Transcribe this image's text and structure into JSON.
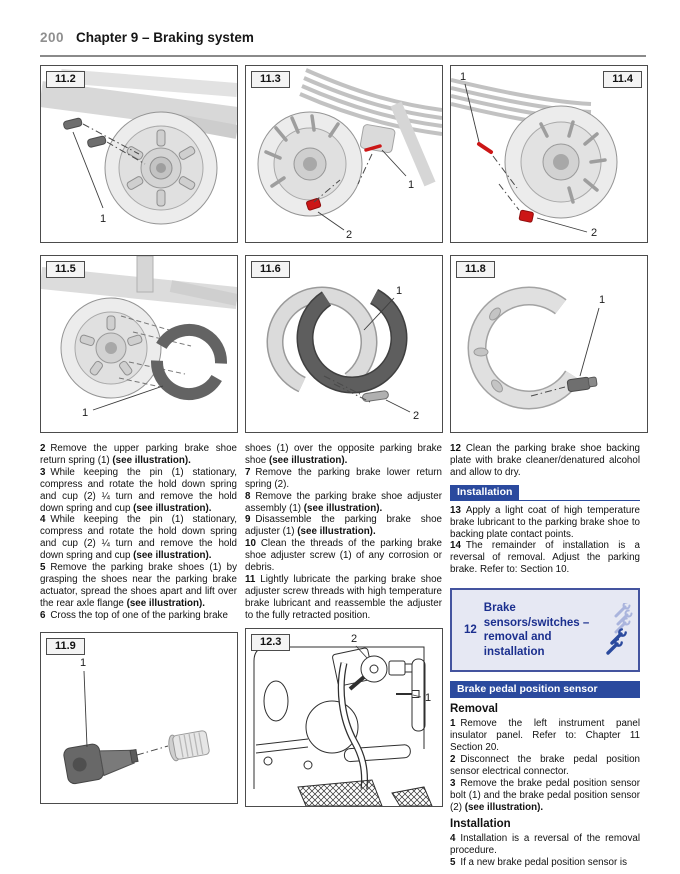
{
  "page": {
    "number": "200",
    "title": "Chapter 9 – Braking system"
  },
  "figures": [
    {
      "id": "11.2",
      "callouts": [
        "1"
      ]
    },
    {
      "id": "11.3",
      "callouts": [
        "1",
        "2"
      ]
    },
    {
      "id": "11.4",
      "callouts": [
        "1",
        "2"
      ]
    },
    {
      "id": "11.5",
      "callouts": [
        "1"
      ]
    },
    {
      "id": "11.6",
      "callouts": [
        "1",
        "2"
      ]
    },
    {
      "id": "11.8",
      "callouts": [
        "1"
      ]
    },
    {
      "id": "11.9",
      "callouts": [
        "1"
      ]
    },
    {
      "id": "12.3",
      "callouts": [
        "1",
        "2"
      ]
    }
  ],
  "section_box": {
    "number": "12",
    "line1": "Brake sensors/switches –",
    "line2": "removal and installation"
  },
  "colors": {
    "accent_blue": "#2b4a9e",
    "highlight_red": "#cc1616"
  },
  "columns": {
    "col1": [
      {
        "type": "step",
        "num": "2",
        "seg": [
          {
            "t": "Remove the upper parking brake shoe return spring (1) "
          },
          {
            "t": "(see illustration).",
            "b": true
          }
        ]
      },
      {
        "type": "step",
        "num": "3",
        "seg": [
          {
            "t": "While keeping the pin (1) stationary, compress and rotate the hold down spring and cup (2) ¼ turn and remove the hold down spring and cup "
          },
          {
            "t": "(see illustration).",
            "b": true
          }
        ]
      },
      {
        "type": "step",
        "num": "4",
        "seg": [
          {
            "t": "While keeping the pin (1) stationary, compress and rotate the hold down spring and cup (2) ¼ turn and remove the hold down spring and cup "
          },
          {
            "t": "(see illustration).",
            "b": true
          }
        ]
      },
      {
        "type": "step",
        "num": "5",
        "seg": [
          {
            "t": "Remove the parking brake shoes (1) by grasping the shoes near the parking brake actuator, spread the shoes apart and lift over the rear axle flange "
          },
          {
            "t": "(see illustration).",
            "b": true
          }
        ]
      },
      {
        "type": "step",
        "num": "6",
        "seg": [
          {
            "t": "Cross the top of one of the parking brake"
          }
        ]
      }
    ],
    "col2": [
      {
        "type": "cont",
        "seg": [
          {
            "t": "shoes (1) over the opposite parking brake shoe "
          },
          {
            "t": "(see illustration).",
            "b": true
          }
        ]
      },
      {
        "type": "step",
        "num": "7",
        "seg": [
          {
            "t": "Remove the parking brake lower return spring (2)."
          }
        ]
      },
      {
        "type": "step",
        "num": "8",
        "seg": [
          {
            "t": "Remove the parking brake shoe adjuster assembly (1) "
          },
          {
            "t": "(see illustration).",
            "b": true
          }
        ]
      },
      {
        "type": "step",
        "num": "9",
        "seg": [
          {
            "t": "Disassemble the parking brake shoe adjuster (1) "
          },
          {
            "t": "(see illustration).",
            "b": true
          }
        ]
      },
      {
        "type": "step",
        "num": "10",
        "seg": [
          {
            "t": "Clean the threads of the parking brake shoe adjuster screw (1) of any corrosion or debris."
          }
        ]
      },
      {
        "type": "step",
        "num": "11",
        "seg": [
          {
            "t": "Lightly lubricate the parking brake shoe adjuster screw threads with high temperature brake lubricant and reassemble the adjuster to the fully retracted position."
          }
        ]
      }
    ],
    "col3": [
      {
        "type": "step",
        "num": "12",
        "seg": [
          {
            "t": "Clean the parking brake shoe backing plate with brake cleaner/denatured alcohol and allow to dry."
          }
        ]
      },
      {
        "type": "bar",
        "t": "Installation"
      },
      {
        "type": "step",
        "num": "13",
        "seg": [
          {
            "t": "Apply a light coat of high temperature brake lubricant to the parking brake shoe to backing plate contact points."
          }
        ]
      },
      {
        "type": "step",
        "num": "14",
        "seg": [
          {
            "t": "The remainder of installation is a reversal of removal. Adjust the parking brake. Refer to: Section 10."
          }
        ]
      },
      {
        "type": "box"
      },
      {
        "type": "fullbar",
        "t": "Brake pedal position sensor"
      },
      {
        "type": "subhead",
        "t": "Removal"
      },
      {
        "type": "step",
        "num": "1",
        "seg": [
          {
            "t": "Remove the left instrument panel insulator panel. Refer to: Chapter 11 Section 20."
          }
        ]
      },
      {
        "type": "step",
        "num": "2",
        "seg": [
          {
            "t": "Disconnect the brake pedal position sensor electrical connector."
          }
        ]
      },
      {
        "type": "step",
        "num": "3",
        "seg": [
          {
            "t": "Remove the brake pedal position sensor bolt (1) and the brake pedal position sensor (2) "
          },
          {
            "t": "(see illustration).",
            "b": true
          }
        ]
      },
      {
        "type": "subhead",
        "t": "Installation"
      },
      {
        "type": "step",
        "num": "4",
        "seg": [
          {
            "t": "Installation is a reversal of the removal procedure."
          }
        ]
      },
      {
        "type": "step",
        "num": "5",
        "seg": [
          {
            "t": "If a new brake pedal position sensor is"
          }
        ]
      }
    ]
  }
}
